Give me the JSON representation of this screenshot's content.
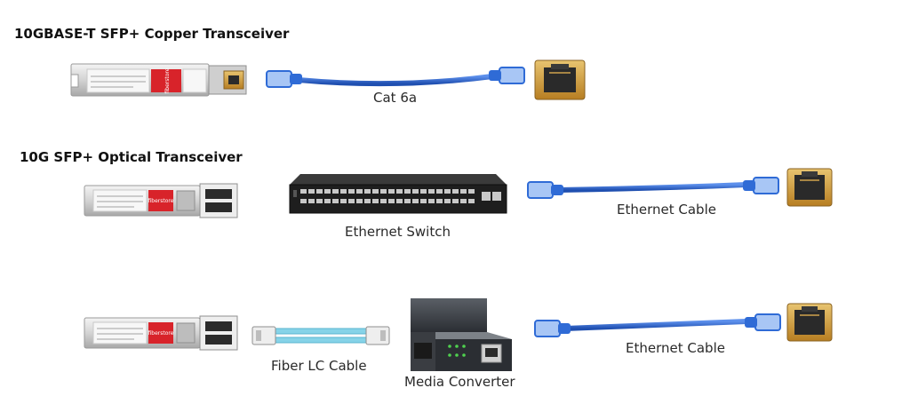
{
  "sections": {
    "copper": {
      "title": "10GBASE-T SFP+ Copper Transceiver",
      "cable_label": "Cat 6a",
      "module_brand": "fiberstore"
    },
    "optical": {
      "title": "10G SFP+ Optical Transceiver",
      "module_brand": "fiberstore",
      "switch_label": "Ethernet Switch",
      "cable_label": "Ethernet Cable"
    },
    "converter_path": {
      "module_brand": "fiberstore",
      "fiber_label": "Fiber LC Cable",
      "converter_label": "Media Converter",
      "cable_label": "Ethernet Cable"
    }
  },
  "colors": {
    "ethernet_cable": "#2f6bd6",
    "fiber_cable": "#86d3e8",
    "brand_red": "#d8232a",
    "rj45_port": "#d9a23a",
    "switch_body": "#1e1e1e"
  },
  "icons": [
    "sfp-copper-module-icon",
    "sfp-optical-module-icon",
    "rj45-plug-icon",
    "rj45-port-icon",
    "ethernet-switch-icon",
    "lc-connector-icon",
    "media-converter-icon"
  ]
}
